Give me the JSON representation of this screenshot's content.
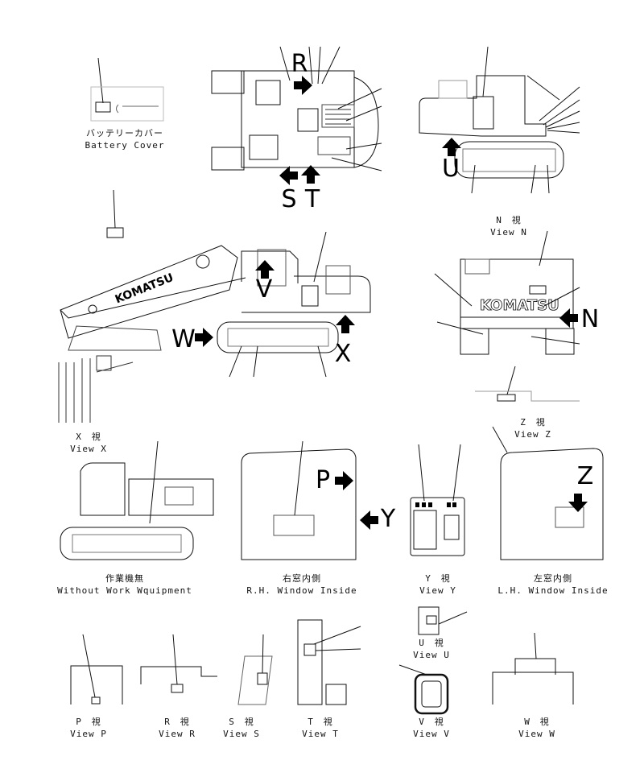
{
  "captions": {
    "battery_jp": "バッテリーカバー",
    "battery_en": "Battery Cover",
    "n_jp": "N　視",
    "n_en": "View N",
    "z_jp": "Z　視",
    "z_en": "View Z",
    "x_jp": "X　視",
    "x_en": "View X",
    "wo_jp": "作業機無",
    "wo_en": "Without Work Wquipment",
    "rh_jp": "右窓内側",
    "rh_en": "R.H. Window Inside",
    "y_jp": "Y　視",
    "y_en": "View Y",
    "lh_jp": "左窓内側",
    "lh_en": "L.H. Window Inside",
    "u_jp": "U　視",
    "u_en": "View U",
    "p_jp": "P　視",
    "p_en": "View P",
    "r_jp": "R　視",
    "r_en": "View R",
    "s_jp": "S　視",
    "s_en": "View S",
    "t_jp": "T　視",
    "t_en": "View T",
    "v_jp": "V　視",
    "v_en": "View V",
    "w_jp": "W　視",
    "w_en": "View W"
  },
  "view_letters": {
    "R": "R",
    "S": "S",
    "T": "T",
    "U": "U",
    "N": "N",
    "V": "V",
    "W": "W",
    "X": "X",
    "Z": "Z",
    "P": "P",
    "Y": "Y"
  },
  "machine_text": {
    "boom_brand": "KOMATSU",
    "counterweight_brand": "KOMATSU"
  }
}
